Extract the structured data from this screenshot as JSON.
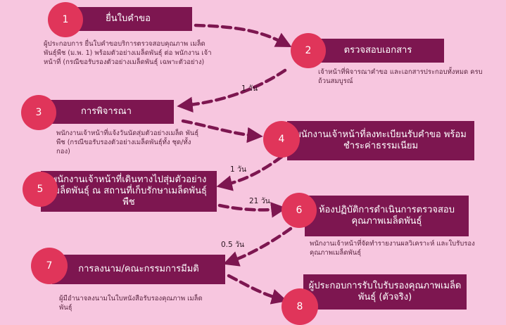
{
  "steps": [
    {
      "num": "1",
      "title": "ยื่นใบคำขอ",
      "desc": "ผู้ประกอบการ ยื่นใบคำขอบริการตรวจสอบคุณภาพ เมล็ดพันธุ์พืช (ม.พ. 1) พร้อมตัวอย่างเมล็ดพันธุ์ ต่อ พนักงาน เจ้าหน้าที่ (กรณีขอรับรองตัวอย่างเมล็ดพันธุ์ เฉพาะตัวอย่าง)"
    },
    {
      "num": "2",
      "title": "ตรวจสอบเอกสาร",
      "desc": "เจ้าหน้าที่พิจารณาคำขอ และเอกสารประกอบทั้งหมด ครบถ้วนสมบูรณ์"
    },
    {
      "num": "3",
      "title": "การพิจารณา",
      "desc": "พนักงานเจ้าหน้าที่แจ้งวันนัดสุ่มตัวอย่างเมล็ด พันธุ์พืช (กรณีขอรับรองตัวอย่างเมล็ดพันธุ์ทั้ง ชุด/ทั้งกอง)"
    },
    {
      "num": "4",
      "title": "พนักงานเจ้าหน้าที่ลงทะเบียนรับคำขอ พร้อมชำระค่าธรรมเนียม",
      "desc": ""
    },
    {
      "num": "5",
      "title": "พนักงานเจ้าหน้าที่เดินทางไปสุ่มตัวอย่าง เมล็ดพันธุ์ ณ สถานที่เก็บรักษาเมล็ดพันธุ์พืช",
      "desc": ""
    },
    {
      "num": "6",
      "title": "ห้องปฏิบัติการดำเนินการตรวจสอบ คุณภาพเมล็ดพันธุ์",
      "desc": "พนักงานเจ้าหน้าที่จัดทำรายงานผลวิเคราะห์ และใบรับรองคุณภาพเมล็ดพันธุ์"
    },
    {
      "num": "7",
      "title": "การลงนาม/คณะกรรมการมีมติ",
      "desc": "ผู้มีอำนาจลงนามในใบหนังสือรับรองคุณภาพ เมล็ดพันธุ์"
    },
    {
      "num": "8",
      "title": "ผู้ประกอบการรับใบรับรองคุณภาพเมล็ด พันธุ์ (ตัวจริง)",
      "desc": ""
    }
  ],
  "durations": {
    "d2_3": "1 วัน",
    "d4_5": "1 วัน",
    "d5_6": "21 วัน",
    "d6_7": "0.5 วัน"
  },
  "colors": {
    "background": "#f7c6df",
    "bar": "#7d1650",
    "circle": "#e0355a",
    "arrow": "#7d1650",
    "text": "#5a2540"
  }
}
